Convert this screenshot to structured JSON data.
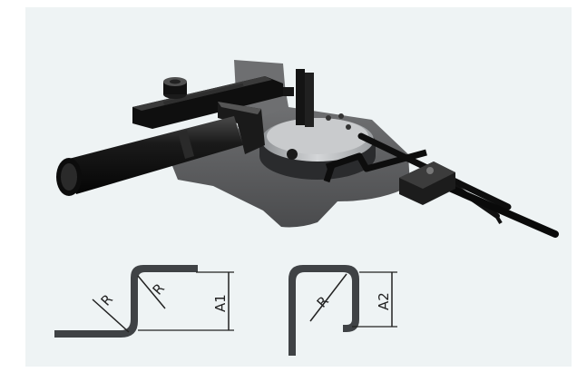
{
  "colors": {
    "panel_background": "#eef3f4",
    "machine_dark": "#151515",
    "machine_base": "#5c5d5f",
    "die_steel": "#b9bcbf",
    "profile_fill": "#3f4245",
    "dimension_line": "#222222"
  },
  "diagrams": {
    "left": {
      "radius_label_1": "R",
      "radius_label_2": "R",
      "height_label": "A1"
    },
    "right": {
      "radius_label": "R",
      "height_label": "A2"
    }
  }
}
